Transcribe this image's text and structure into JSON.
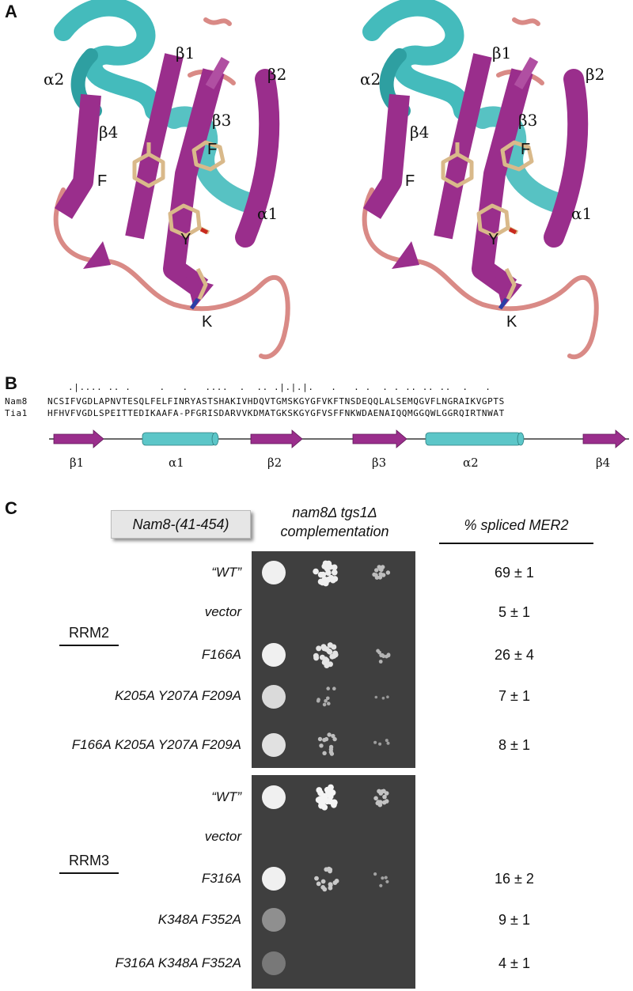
{
  "panels": {
    "a": "A",
    "b": "B",
    "c": "C"
  },
  "structure": {
    "secondary_labels": {
      "a2": "α2",
      "b1": "β1",
      "b2": "β2",
      "b3": "β3",
      "b4": "β4",
      "a1": "α1"
    },
    "residue_labels": {
      "f_left": "F",
      "f_right": "F",
      "y": "Y",
      "k": "K"
    },
    "colors": {
      "beta": "#9a2e8c",
      "helix": "#3ab7b8",
      "loop": "#d98a86",
      "stick": "#d9b98a"
    }
  },
  "alignment": {
    "conservation": ".|.... .. .     .   .   ....  .  .. .|.|.|.   .   . .  . . .. .. ..  .   .",
    "rows": [
      {
        "name": "Nam8",
        "sequence": "NCSIFVGDLAPNVTESQLFELFINRYASTSHAKIVHDQVTGMSKGYGFVKFTNSDEQQLALSEMQGVFLNGRAIKVGPTS"
      },
      {
        "name": "Tia1",
        "sequence": "HFHVFVGDLSPEITTEDIKAAFA-PFGRISDARVVKDMATGKSKGYGFVSFFNKWDAENAIQQMGGQWLGGRQIRTNWAT"
      }
    ],
    "elements": [
      "β1",
      "α1",
      "β2",
      "β3",
      "α2",
      "β4"
    ]
  },
  "complementation": {
    "construct": "Nam8-(41-454)",
    "assay_title_line1": "nam8Δ tgs1Δ",
    "assay_title_line2": "complementation",
    "spliced_header": "% spliced MER2",
    "groups": [
      {
        "name": "RRM2",
        "rows": [
          {
            "label": "“WT”",
            "spliced": "69 ± 1",
            "growth": [
              1,
              0.9,
              0.45
            ]
          },
          {
            "label": "vector",
            "spliced": "5 ± 1",
            "growth": [
              0,
              0,
              0
            ]
          },
          {
            "label": "F166A",
            "spliced": "26 ± 4",
            "growth": [
              1,
              0.8,
              0.35
            ]
          },
          {
            "label": "K205A  Y207A  F209A",
            "spliced": "7 ± 1",
            "growth": [
              0.85,
              0.3,
              0.1
            ]
          },
          {
            "label": "F166A  K205A  Y207A  F209A",
            "spliced": "8 ± 1",
            "growth": [
              0.9,
              0.45,
              0.15
            ]
          }
        ]
      },
      {
        "name": "RRM3",
        "rows": [
          {
            "label": "“WT”",
            "spliced": "",
            "growth": [
              1,
              0.95,
              0.5
            ]
          },
          {
            "label": "vector",
            "spliced": "",
            "growth": [
              0,
              0,
              0
            ]
          },
          {
            "label": "F316A",
            "spliced": "16 ± 2",
            "growth": [
              1,
              0.55,
              0.2
            ]
          },
          {
            "label": "K348A  F352A",
            "spliced": "9 ± 1",
            "growth": [
              0.35,
              0,
              0
            ]
          },
          {
            "label": "F316A  K348A  F352A",
            "spliced": "4 ± 1",
            "growth": [
              0.2,
              0,
              0
            ]
          }
        ]
      }
    ]
  }
}
